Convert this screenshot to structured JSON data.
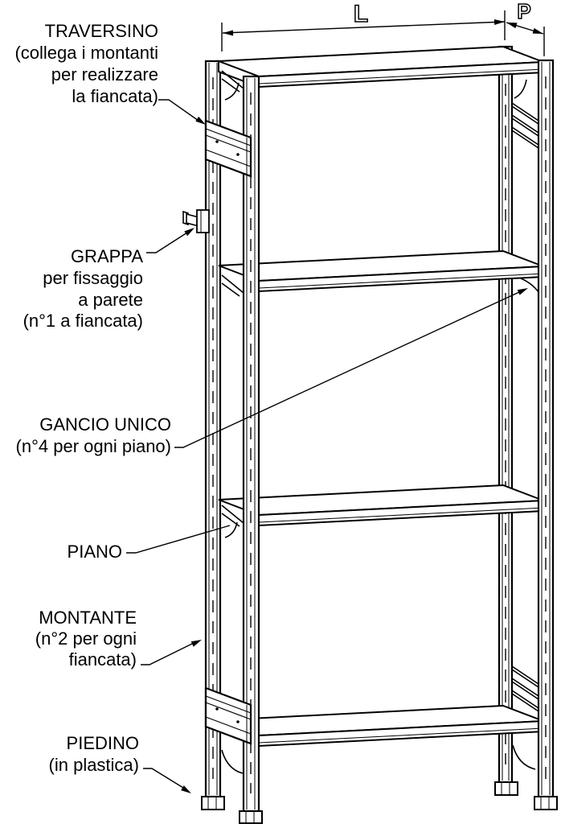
{
  "diagram": {
    "background_color": "#ffffff",
    "line_color": "#000000",
    "dimension_labels": {
      "width": "L",
      "depth": "P"
    },
    "callouts": {
      "traversino": {
        "part": "traversino",
        "lines": [
          "TRAVERSINO",
          "(collega i montanti",
          "per realizzare",
          "la fiancata)"
        ]
      },
      "grappa": {
        "part": "grappa",
        "lines": [
          "GRAPPA",
          "per fissaggio",
          "a parete",
          "(n°1 a fiancata)"
        ]
      },
      "gancio_unico": {
        "part": "gancio unico",
        "lines": [
          "GANCIO UNICO",
          "(n°4 per ogni piano)"
        ]
      },
      "piano": {
        "part": "piano",
        "lines": [
          "PIANO"
        ]
      },
      "montante": {
        "part": "montante",
        "lines": [
          "MONTANTE",
          "(n°2 per ogni",
          "fiancata)"
        ]
      },
      "piedino": {
        "part": "piedino",
        "lines": [
          "PIEDINO",
          "(in plastica)"
        ]
      }
    }
  }
}
